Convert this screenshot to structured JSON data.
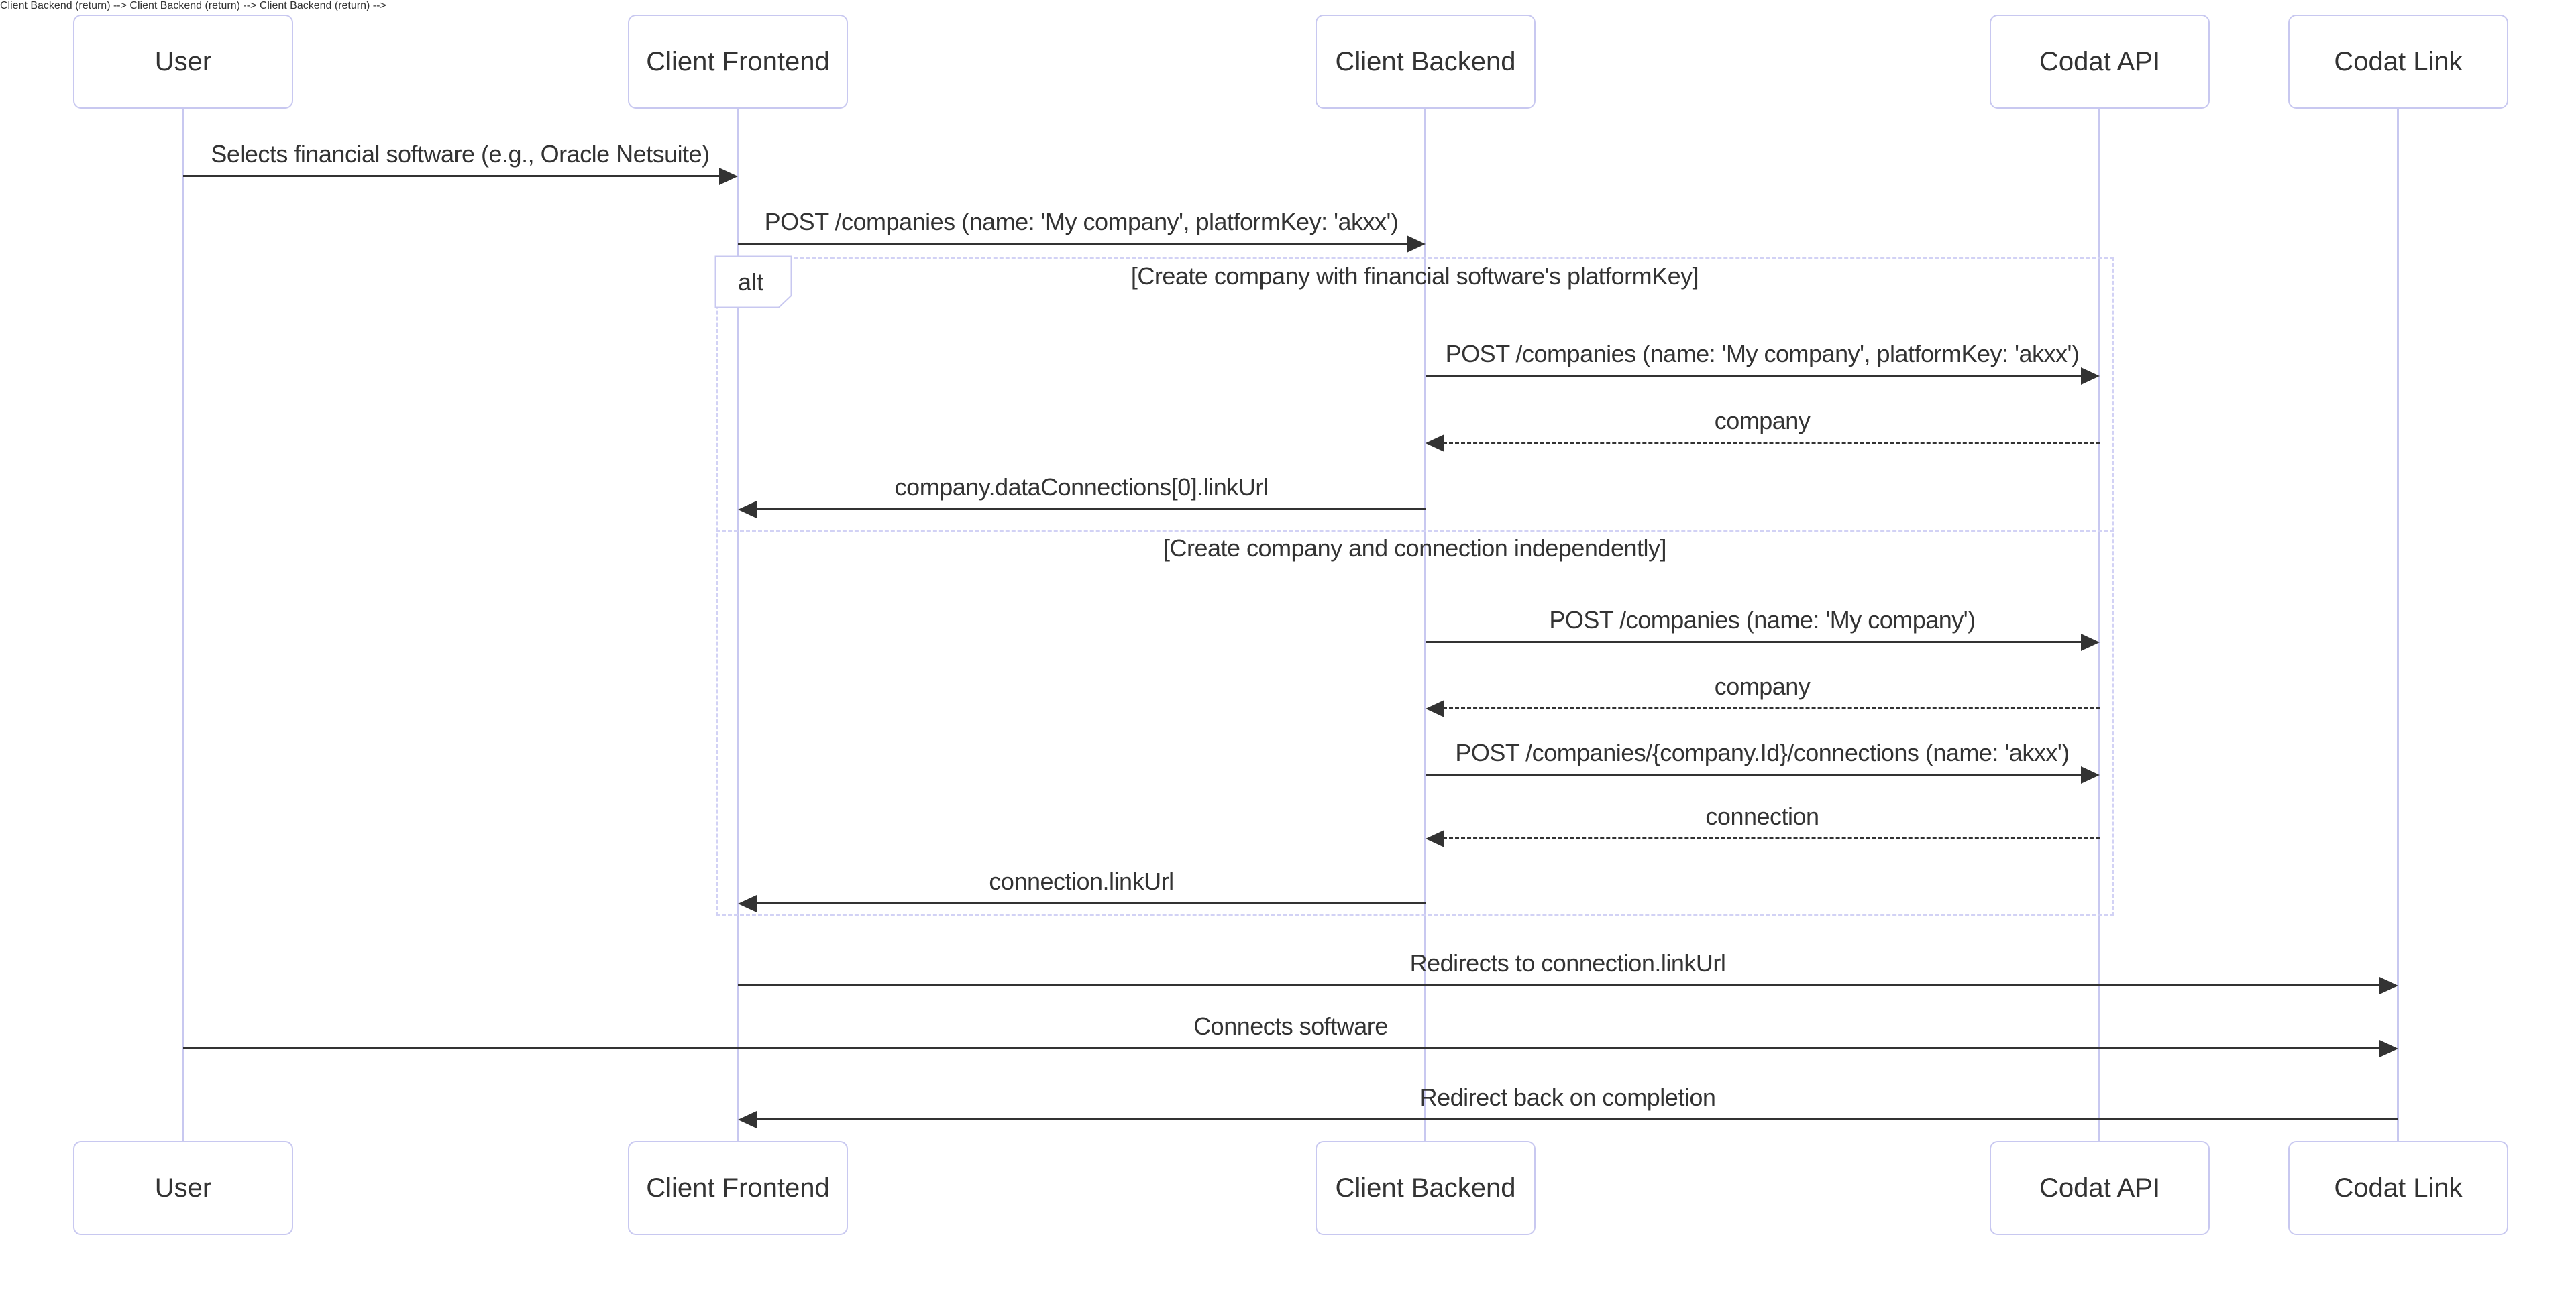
{
  "diagram": {
    "type": "sequence-diagram",
    "participants": [
      {
        "id": "user",
        "label": "User"
      },
      {
        "id": "client-frontend",
        "label": "Client Frontend"
      },
      {
        "id": "client-backend",
        "label": "Client Backend"
      },
      {
        "id": "codat-api",
        "label": "Codat API"
      },
      {
        "id": "codat-link",
        "label": "Codat Link"
      }
    ],
    "alt_block": {
      "label": "alt",
      "conditions": [
        "[Create company with financial software's platformKey]",
        "[Create company and connection independently]"
      ]
    },
    "messages": [
      {
        "from": "User",
        "to": "Client Frontend",
        "label": "Selects financial software (e.g., Oracle Netsuite)",
        "line": "solid"
      },
      {
        "from": "Client Frontend",
        "to": "Client Backend",
        "label": "POST /companies (name: 'My company', platformKey: 'akxx')",
        "line": "solid"
      },
      {
        "from": "Client Backend",
        "to": "Codat API",
        "label": "POST /companies (name: 'My company', platformKey: 'akxx')",
        "line": "solid"
      },
      {
        "from": "Codat API",
        "to": "Client Backend",
        "label": "company",
        "line": "dashed"
      },
      {
        "from": "Client Backend",
        "to": "Client Frontend",
        "label": "company.dataConnections[0].linkUrl",
        "line": "solid"
      },
      {
        "from": "Client Backend",
        "to": "Codat API",
        "label": "POST /companies (name: 'My company')",
        "line": "solid"
      },
      {
        "from": "Codat API",
        "to": "Client Backend",
        "label": "company",
        "line": "dashed"
      },
      {
        "from": "Client Backend",
        "to": "Codat API",
        "label": "POST /companies/{company.Id}/connections (name: 'akxx')",
        "line": "solid"
      },
      {
        "from": "Codat API",
        "to": "Client Backend",
        "label": "connection",
        "line": "dashed"
      },
      {
        "from": "Client Backend",
        "to": "Client Frontend",
        "label": "connection.linkUrl",
        "line": "solid"
      },
      {
        "from": "Client Frontend",
        "to": "Codat Link",
        "label": "Redirects to connection.linkUrl",
        "line": "solid"
      },
      {
        "from": "User",
        "to": "Codat Link",
        "label": "Connects software",
        "line": "solid"
      },
      {
        "from": "Codat Link",
        "to": "Client Frontend",
        "label": "Redirect back on completion",
        "line": "solid"
      }
    ],
    "colors": {
      "line": "#333333",
      "text": "#333333",
      "lavender": "#c8c8f0",
      "frame_dash": "#d2d2f5",
      "background": "#ffffff"
    }
  }
}
